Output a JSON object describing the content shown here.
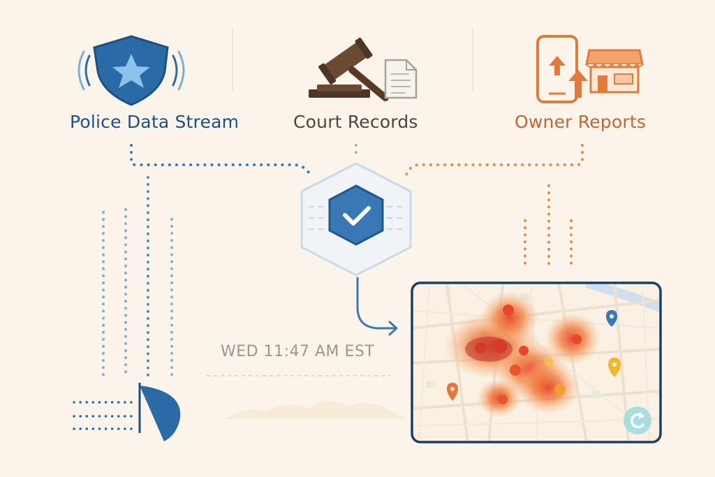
{
  "sources": {
    "police": {
      "label": "Police Data Stream",
      "icon": "shield-star-icon",
      "color": "#2a6aa6"
    },
    "court": {
      "label": "Court Records",
      "icon": "gavel-icon",
      "color": "#5a3a26"
    },
    "owner": {
      "label": "Owner Reports",
      "icon": "phone-store-icon",
      "color": "#e07b3c"
    }
  },
  "verification": {
    "icon": "check-shield-icon",
    "color": "#3a78b5"
  },
  "timestamp": "WED 11:47 AM EST",
  "map": {
    "refresh_icon": "refresh-icon",
    "border_color": "#1d3f66"
  }
}
